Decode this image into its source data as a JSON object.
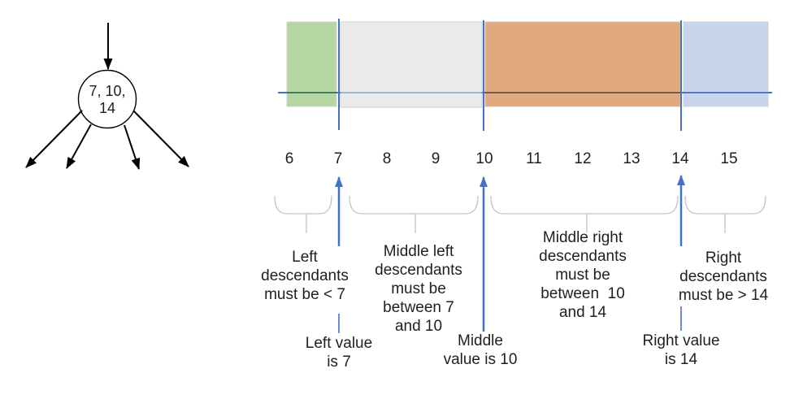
{
  "node": {
    "label_line1": "7, 10,",
    "label_line2": "14"
  },
  "number_line": {
    "values": [
      "6",
      "7",
      "8",
      "9",
      "10",
      "11",
      "12",
      "13",
      "14",
      "15"
    ]
  },
  "regions": [
    {
      "name": "left-descendants-range",
      "color": "#b5d5a1"
    },
    {
      "name": "middle-left-descendants-range",
      "color": "#ebebeb"
    },
    {
      "name": "middle-right-descendants-range",
      "color": "#e0a97e"
    },
    {
      "name": "right-descendants-range",
      "color": "#c8d5ed"
    }
  ],
  "colors": {
    "accent_blue": "#4472c4",
    "brace_gray": "#c3c3c3",
    "tree_black": "#000000"
  },
  "labels": {
    "left_desc": {
      "lines": [
        "Left",
        "descendants",
        "must be < 7"
      ]
    },
    "mid_left_desc": {
      "lines": [
        "Middle left",
        "descendants",
        "must be",
        "between 7",
        "and 10"
      ]
    },
    "mid_right_desc": {
      "lines": [
        "Middle right",
        "descendants",
        "must be",
        "between  10",
        "and 14"
      ]
    },
    "right_desc": {
      "lines": [
        "Right",
        "descendants",
        "must be > 14"
      ]
    },
    "left_value": {
      "lines": [
        "Left value",
        "is 7"
      ]
    },
    "middle_value": {
      "lines": [
        "Middle",
        "value is 10"
      ]
    },
    "right_value": {
      "lines": [
        "Right value",
        "is 14"
      ]
    }
  }
}
